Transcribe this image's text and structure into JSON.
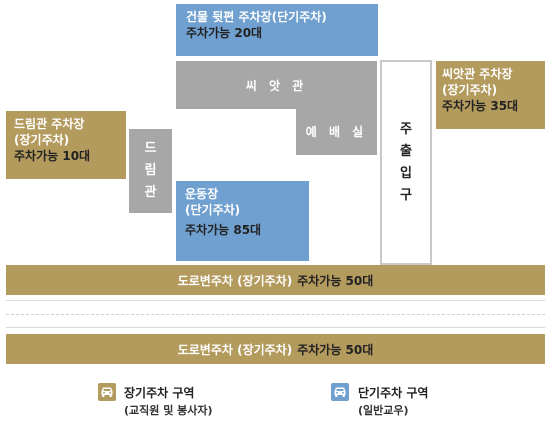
{
  "colors": {
    "short_term": "#6fa0cf",
    "long_term": "#b39a5d",
    "building": "#a7a7a7"
  },
  "lots": {
    "building_back": {
      "line1": "건물 뒷편 주차장(단기주차)",
      "capacity": "주차가능 20대"
    },
    "seed_hall": {
      "line1": "씨앗관 주차장",
      "line2": "(장기주차)",
      "capacity": "주차가능 35대"
    },
    "dream_hall": {
      "line1": "드림관 주차장",
      "line2": "(장기주차)",
      "capacity": "주차가능 10대"
    },
    "playground": {
      "line1": "운동장",
      "line2": "(단기주차)",
      "capacity": "주차가능 85대"
    }
  },
  "buildings": {
    "seed_hall": "씨 앗 관",
    "chapel": "예 배 실",
    "dream_hall": [
      "드",
      "림",
      "관"
    ],
    "gate": [
      "주",
      "출",
      "입",
      "구"
    ]
  },
  "roads": {
    "top": {
      "label": "도로변주차 (장기주차)",
      "capacity": "주차가능 50대"
    },
    "bottom": {
      "label": "도로변주차 (장기주차)",
      "capacity": "주차가능 50대"
    }
  },
  "legend": {
    "long_term": {
      "icon": "car-icon",
      "title": "장기주차 구역",
      "sub": "(교직원 및 봉사자)"
    },
    "short_term": {
      "icon": "car-icon",
      "title": "단기주차 구역",
      "sub": "(일반교우)"
    }
  }
}
